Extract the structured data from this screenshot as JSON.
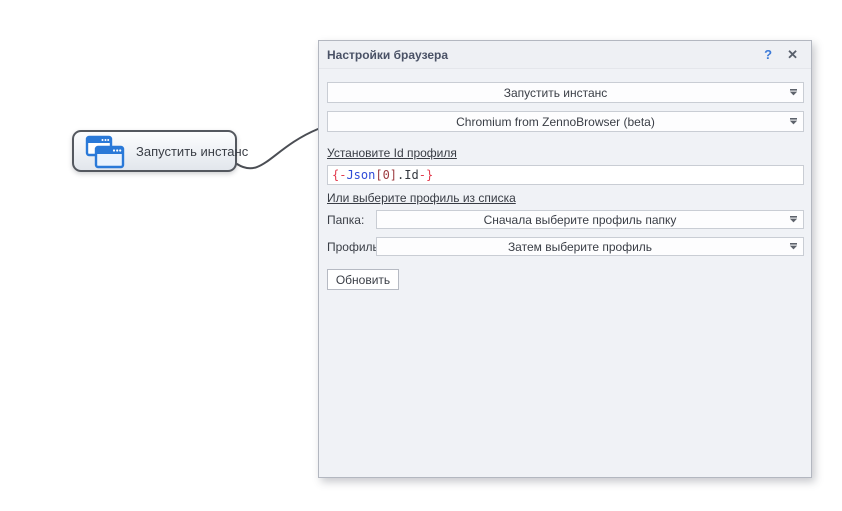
{
  "node": {
    "label": "Запустить инстанс",
    "icon": "browser-windows-icon"
  },
  "panel": {
    "title": "Настройки браузера",
    "help_label": "?",
    "close_label": "✕",
    "action_dropdown": {
      "value": "Запустить инстанс"
    },
    "browser_dropdown": {
      "value": "Chromium from ZennoBrowser (beta)"
    },
    "profile_id_section_label": "Установите Id профиля",
    "profile_id_input": {
      "value": "{-Json[0].Id-}",
      "tokens": [
        {
          "text": "{-",
          "color": "#e23b4e"
        },
        {
          "text": "Json",
          "color": "#2f4bd7"
        },
        {
          "text": "[0]",
          "color": "#9c3a3f"
        },
        {
          "text": ".Id",
          "color": "#34383f"
        },
        {
          "text": "-}",
          "color": "#e23b4e"
        }
      ]
    },
    "profile_list_section_label": "Или выберите профиль из списка",
    "folder_row": {
      "label": "Папка:",
      "value": "Сначала выберите профиль папку"
    },
    "profile_row": {
      "label": "Профиль:",
      "value": "Затем выберите профиль"
    },
    "refresh_button_label": "Обновить"
  },
  "colors": {
    "accent_blue": "#2a79d8",
    "help_icon": "#3d7bd8",
    "panel_bg": "#f0f2f6",
    "panel_border": "#b3b7c0",
    "node_border": "#54585f",
    "connector": "#4b4e54"
  }
}
